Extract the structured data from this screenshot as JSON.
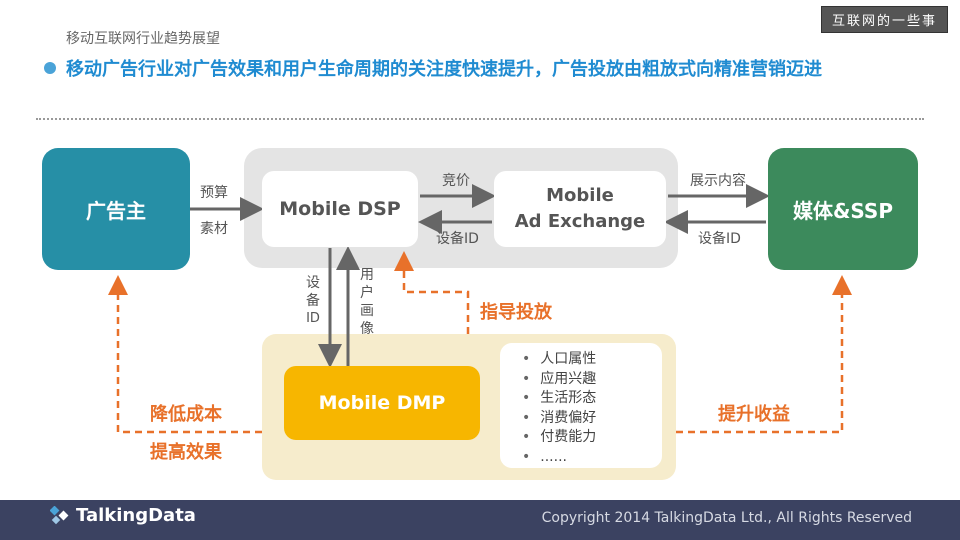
{
  "header": {
    "section_label": "移动互联网行业趋势展望",
    "watermark": "互联网的一些事",
    "headline": "移动广告行业对广告效果和用户生命周期的关注度快速提升，广告投放由粗放式向精准营销迈进"
  },
  "diagram": {
    "advertiser": "广告主",
    "dsp": "Mobile DSP",
    "adx_line1": "Mobile",
    "adx_line2": "Ad Exchange",
    "media": "媒体&SSP",
    "dmp": "Mobile DMP",
    "edge_budget": "预算",
    "edge_material": "素材",
    "edge_bid": "竞价",
    "edge_device_id_left": "设备ID",
    "edge_show_content": "展示内容",
    "edge_device_id_right": "设备ID",
    "edge_device_id_vertical": [
      "设",
      "备",
      "ID"
    ],
    "edge_user_profile_vertical": [
      "用",
      "户",
      "画",
      "像"
    ],
    "guide_delivery": "指导投放",
    "reduce_cost": "降低成本",
    "improve_effect": "提高效果",
    "increase_revenue": "提升收益",
    "dmp_attributes": [
      "人口属性",
      "应用兴趣",
      "生活形态",
      "消费偏好",
      "付费能力",
      "......"
    ]
  },
  "footer": {
    "logo_text": "TalkingData",
    "copyright": "Copyright 2014 TalkingData Ltd., All Rights Reserved"
  },
  "colors": {
    "headline": "#1f8bd1",
    "advertiser": "#268fa6",
    "media": "#3c8a5c",
    "dmp": "#f7b600",
    "orange_arrow": "#e8712a",
    "footer": "#3b4261"
  }
}
